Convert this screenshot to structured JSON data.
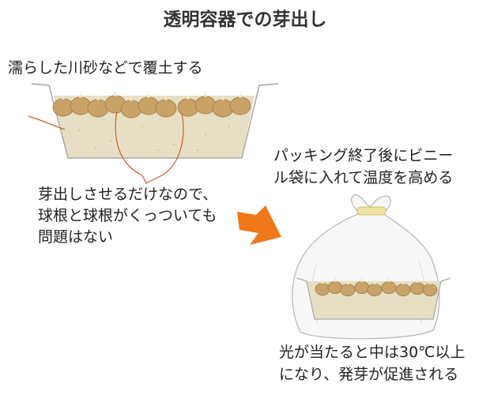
{
  "title": "透明容器での芽出し",
  "top_label": "濡らした川砂などで覆土する",
  "note_lines": [
    "芽出しさせるだけなので、",
    "球根と球根がくっついても",
    "問題はない"
  ],
  "pack_label_lines": [
    "パッキング終了後にビニー",
    "ル袋に入れて温度を高める"
  ],
  "light_label_lines": [
    "光が当たると中は30℃以上",
    "になり、発芽が促進される"
  ],
  "colors": {
    "sand": "#e6dfc4",
    "bulb": "#c9a267",
    "bulb_shadow": "#a07a45",
    "sprout": "#f2e8d6",
    "arrow": "#f07818",
    "line": "#d05a2a",
    "tie": "#efe3a0"
  }
}
